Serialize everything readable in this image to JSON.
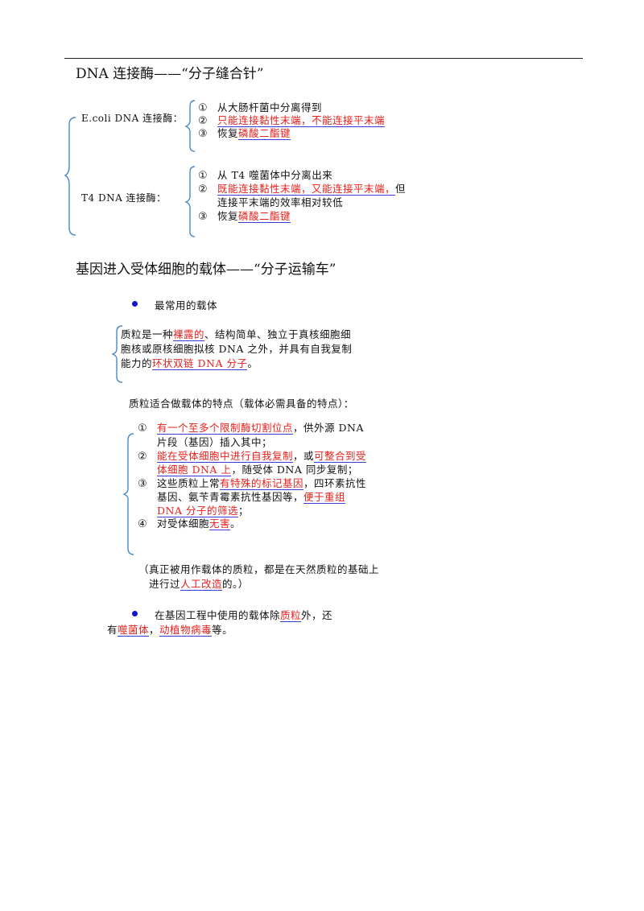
{
  "ligase": {
    "title": "DNA 连接酶——“分子缝合针”",
    "ecoli": {
      "label": "E.coli DNA 连接酶：",
      "items": [
        {
          "num": "①",
          "text": "从大肠杆菌中分离得到"
        },
        {
          "num": "②",
          "red": "只能连接黏性末端，不能连接平末端"
        },
        {
          "num": "③",
          "pre": "恢复",
          "red": "磷酸二酯键"
        }
      ]
    },
    "t4": {
      "label": "T4 DNA 连接酶：",
      "items": [
        {
          "num": "①",
          "text": "从 T4 噬菌体中分离出来"
        },
        {
          "num": "②",
          "red": "既能连接黏性末端，又能连接平末端，",
          "post": "但",
          "line2": "连接平末端的效率相对较低"
        },
        {
          "num": "③",
          "pre": "恢复",
          "red": "磷酸二酯键"
        }
      ]
    }
  },
  "vector": {
    "title": "基因进入受体细胞的载体——“分子运输车”",
    "common_heading": "最常用的载体",
    "plasmid_def": {
      "l1_pre": "质粒是一种",
      "l1_red": "裸露的",
      "l1_post": "、结构简单、独立于真核细胞细",
      "l2": "胞核或原核细胞拟核 DNA 之外，并具有自我复制",
      "l3_pre": "能力的",
      "l3_red": "环状双链 DNA 分子",
      "l3_post": "。"
    },
    "features_heading": "质粒适合做载体的特点（载体必需具备的特点）：",
    "features": [
      {
        "num": "①",
        "red": "有一个至多个限制酶切割位点",
        "post": "，供外源 DNA",
        "line2": "片段（基因）插入其中；"
      },
      {
        "num": "②",
        "red": "能在受体细胞中进行自我复制",
        "mid": "，或",
        "red2": "可整合到受",
        "line2_red": "体细胞 DNA 上",
        "line2_post": "，随受体 DNA 同步复制；"
      },
      {
        "num": "③",
        "pre": "这些质粒上常",
        "red": "有特殊的标记基因",
        "post": "，四环素抗性",
        "line2": "基因、氨苄青霉素抗性基因等，",
        "line2_red": "便于重组",
        "line3_red": "DNA 分子的筛选",
        "line3_post": "；"
      },
      {
        "num": "④",
        "pre": "对受体细胞",
        "red": "无害",
        "post": "。"
      }
    ],
    "note": {
      "l1": "（真正被用作载体的质粒，都是在天然质粒的基础上",
      "l2_pre": "进行过",
      "l2_red": "人工改造",
      "l2_post": "的。）"
    },
    "other": {
      "l1_pre": "在基因工程中使用的载体除",
      "l1_red": "质粒",
      "l1_post": "外，还",
      "l2_pre": "有",
      "l2_red1": "噬菌体",
      "l2_mid": "，",
      "l2_red2": "动植物病毒",
      "l2_post": "等。"
    }
  }
}
